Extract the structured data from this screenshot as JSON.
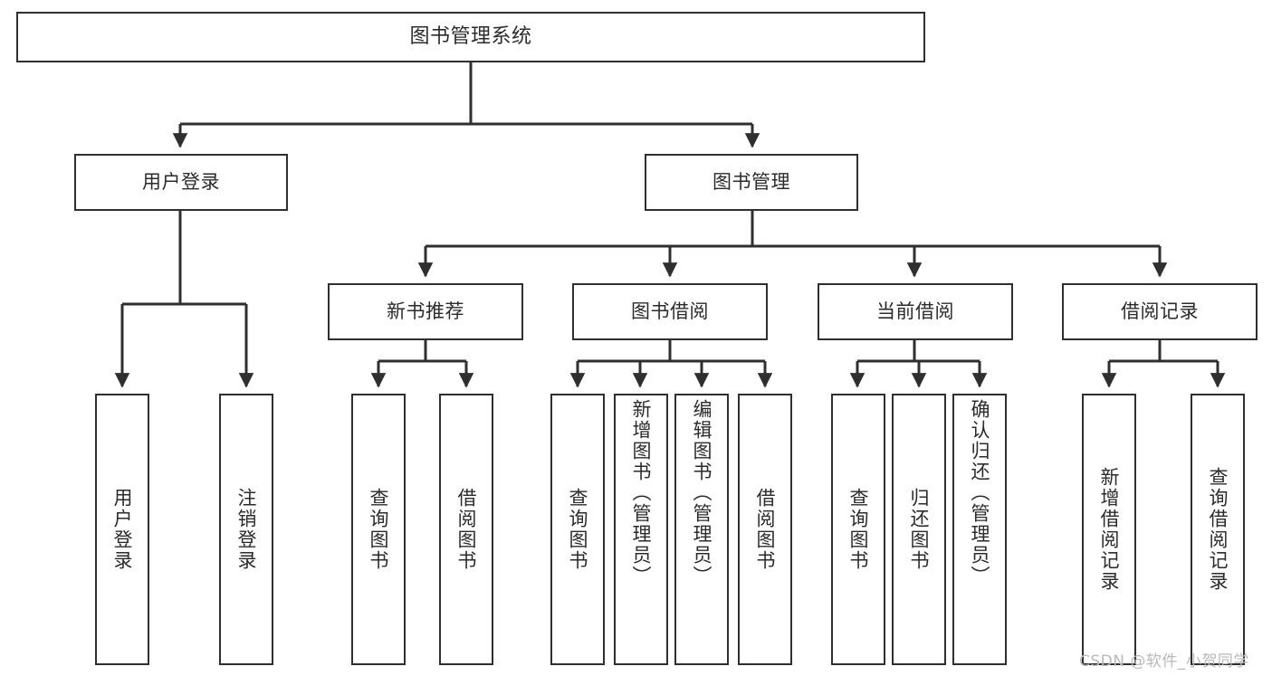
{
  "diagram": {
    "type": "tree-hierarchy",
    "title": "图书管理系统",
    "stroke_color": "#2f2f2f",
    "fill_color": "#ffffff",
    "text_color": "#2b2b2b",
    "root": {
      "label": "图书管理系统"
    },
    "level2": [
      {
        "label": "用户登录"
      },
      {
        "label": "图书管理"
      }
    ],
    "level3": [
      {
        "label": "新书推荐"
      },
      {
        "label": "图书借阅"
      },
      {
        "label": "当前借阅"
      },
      {
        "label": "借阅记录"
      }
    ],
    "leaves": {
      "user_login": [
        {
          "label": "用户登录"
        },
        {
          "label": "注销登录"
        }
      ],
      "new_book_recommend": [
        {
          "label": "查询图书"
        },
        {
          "label": "借阅图书"
        }
      ],
      "book_borrow": [
        {
          "label": "查询图书"
        },
        {
          "label": "新增图书（管理员）"
        },
        {
          "label": "编辑图书（管理员）"
        },
        {
          "label": "借阅图书"
        }
      ],
      "current_borrow": [
        {
          "label": "查询图书"
        },
        {
          "label": "归还图书"
        },
        {
          "label": "确认归还（管理员）"
        }
      ],
      "borrow_record": [
        {
          "label": "新增借阅记录"
        },
        {
          "label": "查询借阅记录"
        }
      ]
    }
  },
  "watermark": {
    "text": "CSDN @软件_小贺同学"
  }
}
